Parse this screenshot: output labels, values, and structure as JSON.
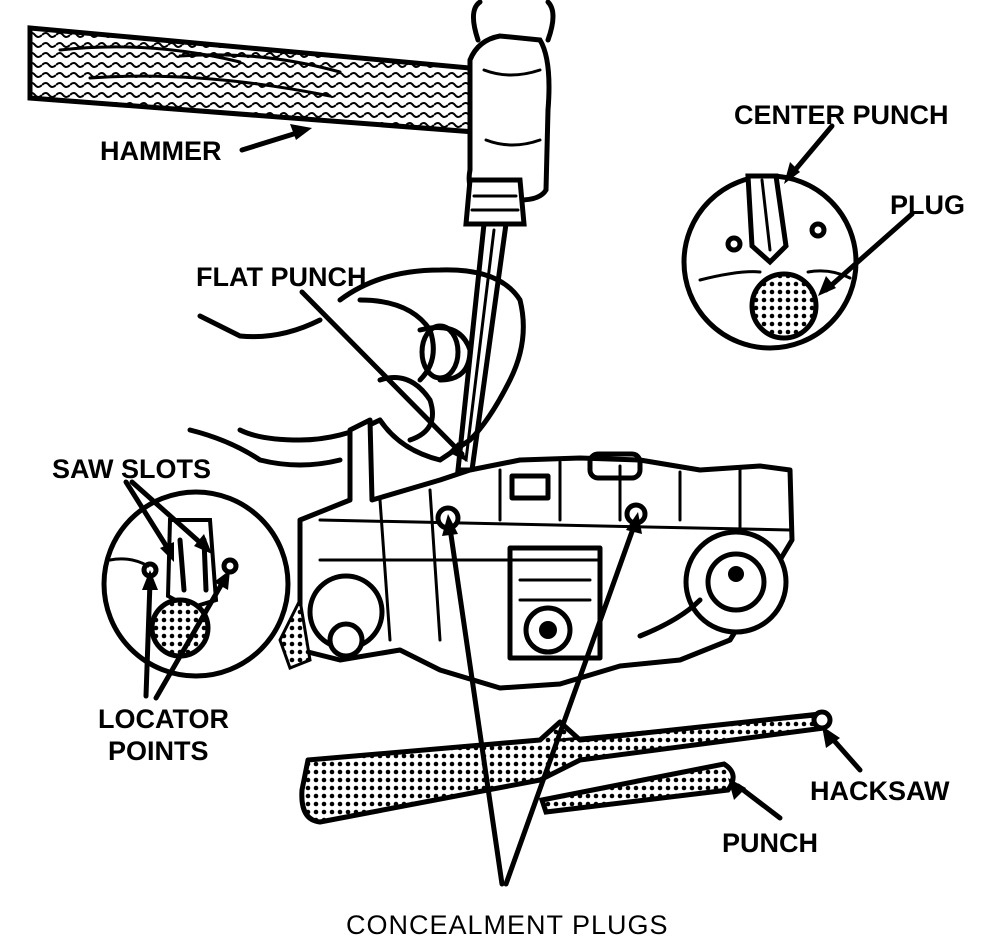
{
  "labels": {
    "hammer": "HAMMER",
    "center_punch": "CENTER PUNCH",
    "plug": "PLUG",
    "flat_punch": "FLAT PUNCH",
    "saw_slots": "SAW SLOTS",
    "locator_points_line1": "LOCATOR",
    "locator_points_line2": "POINTS",
    "hacksaw": "HACKSAW",
    "punch": "PUNCH",
    "concealment_plugs": "CONCEALMENT PLUGS"
  }
}
